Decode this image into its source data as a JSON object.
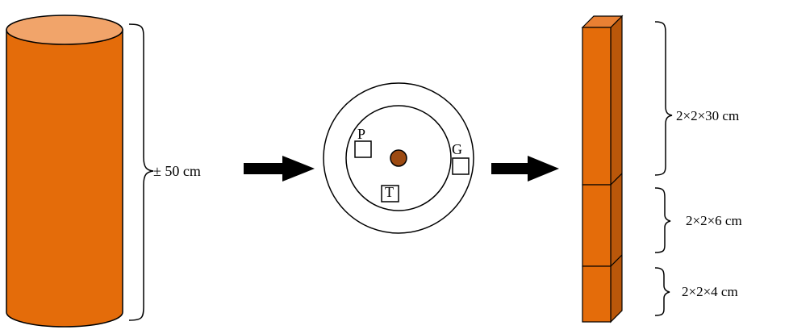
{
  "colors": {
    "wood": "#E46C0A",
    "wood_top": "#F1A46A",
    "pith": "#9C4A12",
    "stroke": "#000000"
  },
  "labels": {
    "log_length": "± 50 cm",
    "cross_section_P": "P",
    "cross_section_G": "G",
    "cross_section_T": "T",
    "sample_large": "2×2×30 cm",
    "sample_medium": "2×2×6 cm",
    "sample_small": "2×2×4 cm"
  }
}
